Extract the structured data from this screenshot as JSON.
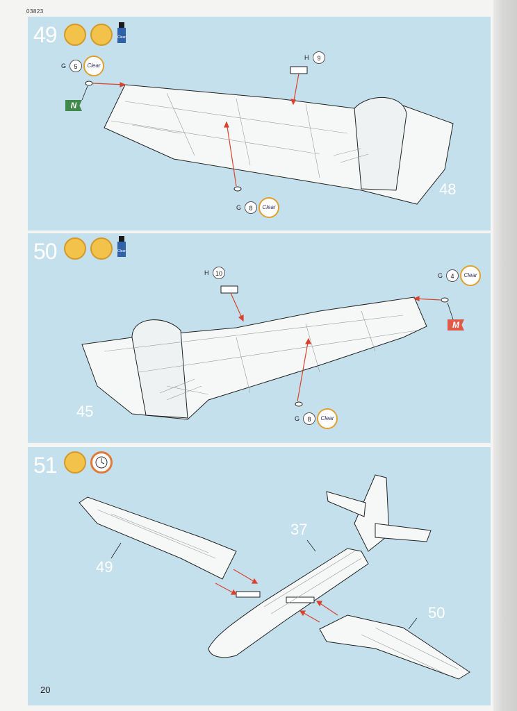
{
  "page": {
    "code": "03823",
    "number": "20"
  },
  "steps": [
    {
      "number": "49",
      "icons": [
        "paint-brush-icon",
        "glue-brush-icon",
        "glue-bottle-icon"
      ],
      "bottle_label": "Clear",
      "parts": [
        {
          "letter": "G",
          "number": "5",
          "badge": "Clear",
          "flag": "N"
        },
        {
          "letter": "H",
          "number": "9"
        },
        {
          "letter": "G",
          "number": "8",
          "badge": "Clear"
        }
      ],
      "assembly_label": "48"
    },
    {
      "number": "50",
      "icons": [
        "paint-brush-icon",
        "glue-brush-icon",
        "glue-bottle-icon"
      ],
      "bottle_label": "Clear",
      "parts": [
        {
          "letter": "H",
          "number": "10"
        },
        {
          "letter": "G",
          "number": "4",
          "badge": "Clear",
          "flag": "M"
        },
        {
          "letter": "G",
          "number": "8",
          "badge": "Clear"
        }
      ],
      "assembly_label": "45"
    },
    {
      "number": "51",
      "icons": [
        "paint-brush-icon",
        "clock-icon"
      ],
      "assembly_labels": [
        "37",
        "49",
        "50"
      ]
    }
  ],
  "colors": {
    "panel": "#c4e0ec",
    "flag_n": "#3f8a4a",
    "flag_m": "#e05a4a",
    "arrow": "#d9432e",
    "icon": "#f3c24a"
  }
}
